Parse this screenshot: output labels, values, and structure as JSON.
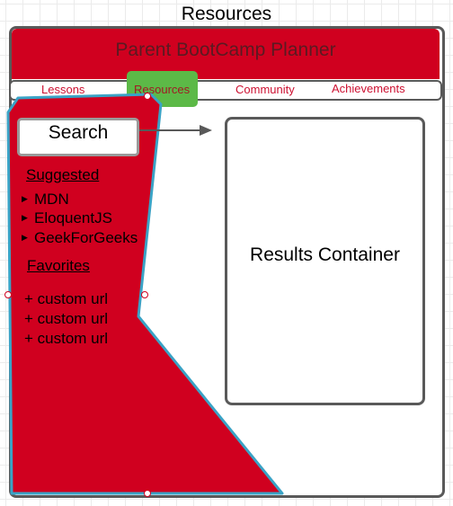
{
  "page_title": "Resources",
  "app": {
    "title": "Parent BootCamp Planner"
  },
  "tabs": [
    {
      "label": "Lessons",
      "active": false
    },
    {
      "label": "Resources",
      "active": true
    },
    {
      "label": "Community",
      "active": false
    },
    {
      "label": "Achievements",
      "active": false
    }
  ],
  "sidebar": {
    "search_label": "Search",
    "suggested_title": "Suggested",
    "suggested": [
      "MDN",
      "EloquentJS",
      "GeekForGeeks"
    ],
    "favorites_title": "Favorites",
    "favorites": [
      "+ custom url",
      "+ custom url",
      "+ custom url"
    ]
  },
  "results": {
    "label": "Results Container"
  },
  "colors": {
    "primary_red": "#d0001f",
    "active_tab_green": "#5cb947",
    "sidebar_outline": "#3aa3c6",
    "frame_gray": "#595959",
    "tab_text": "#cc1030"
  },
  "icons": {
    "bullet": "triangle-right",
    "connector": "arrow-right"
  }
}
